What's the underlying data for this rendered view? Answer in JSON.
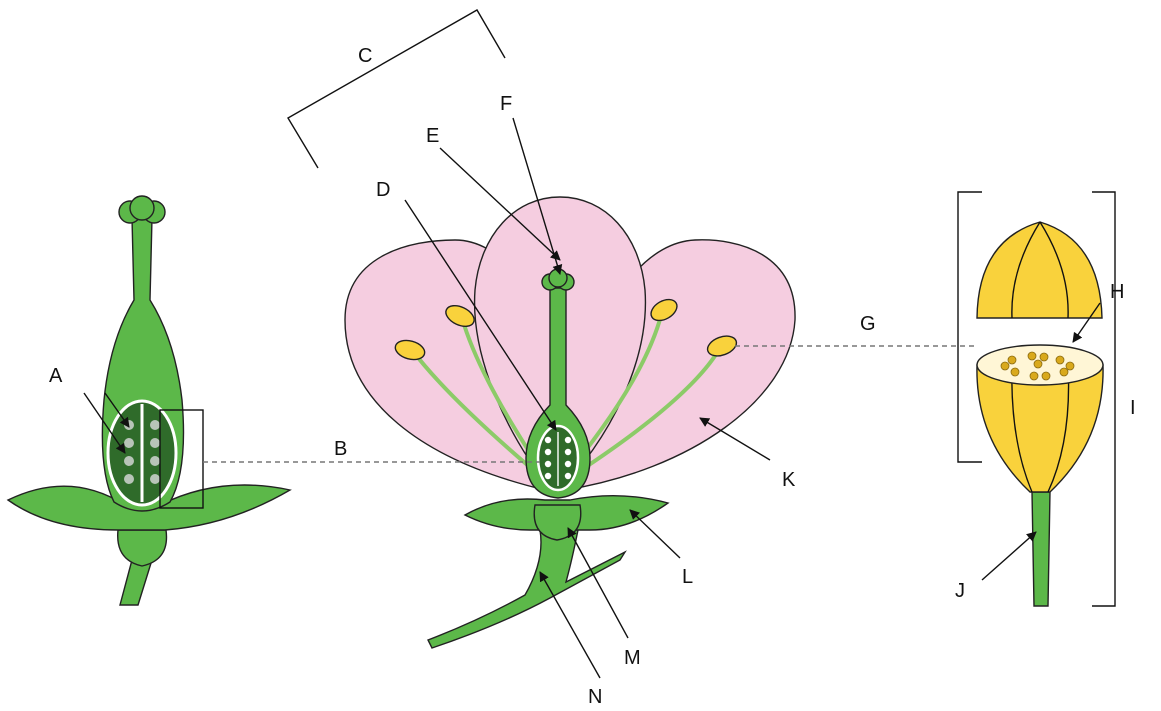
{
  "labels": {
    "A": "A",
    "B": "B",
    "C": "C",
    "D": "D",
    "E": "E",
    "F": "F",
    "G": "G",
    "H": "H",
    "I": "I",
    "J": "J",
    "K": "K",
    "L": "L",
    "M": "M",
    "N": "N"
  },
  "colors": {
    "green": "#5cb849",
    "dark_green": "#2f6b2a",
    "petal_pink": "#f5cde0",
    "anther_yellow": "#f9d23c",
    "outline": "#222222",
    "dashed_line": "#777777"
  }
}
